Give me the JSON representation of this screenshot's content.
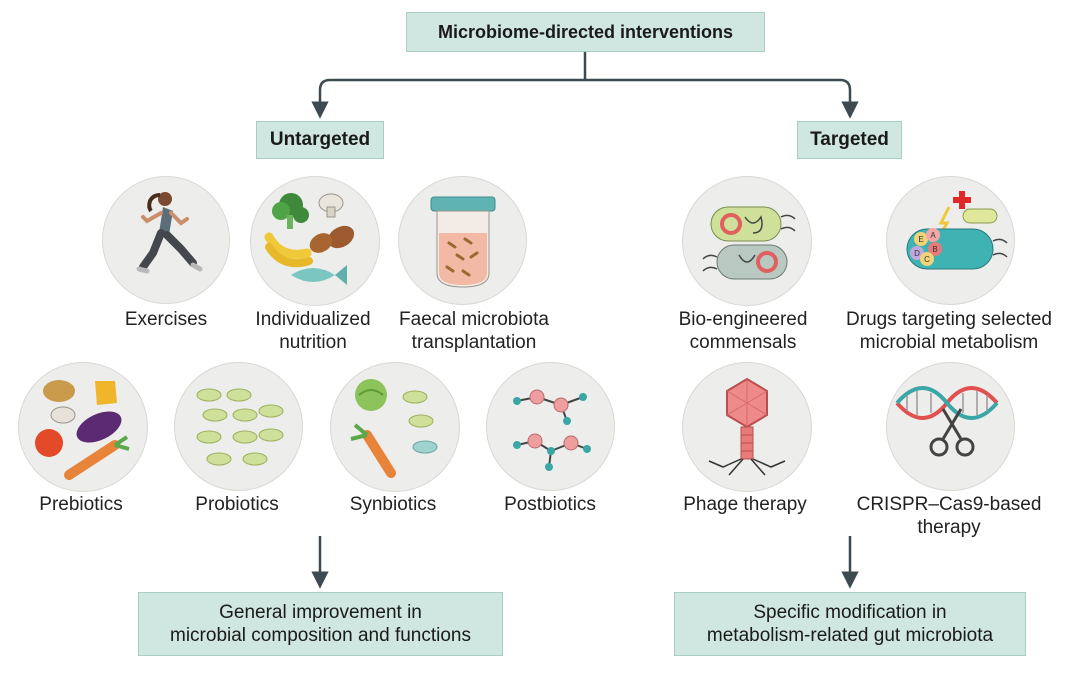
{
  "title": "Microbiome-directed interventions",
  "left": {
    "category": "Untargeted",
    "items": [
      {
        "lines": [
          "Exercises"
        ],
        "icon": "runner-icon"
      },
      {
        "lines": [
          "Individualized",
          "nutrition"
        ],
        "icon": "food-icon"
      },
      {
        "lines": [
          "Faecal microbiota",
          "transplantation"
        ],
        "icon": "specimen-tube-icon"
      },
      {
        "lines": [
          "Prebiotics"
        ],
        "icon": "vegetables-icon"
      },
      {
        "lines": [
          "Probiotics"
        ],
        "icon": "bacteria-icon"
      },
      {
        "lines": [
          "Synbiotics"
        ],
        "icon": "vegetables-bacteria-icon"
      },
      {
        "lines": [
          "Postbiotics"
        ],
        "icon": "molecules-icon"
      }
    ],
    "outcome": [
      "General improvement in",
      "microbial composition and functions"
    ]
  },
  "right": {
    "category": "Targeted",
    "items": [
      {
        "lines": [
          "Bio-engineered",
          "commensals"
        ],
        "icon": "engineered-bacteria-icon"
      },
      {
        "lines": [
          "Drugs targeting selected",
          "microbial metabolism"
        ],
        "icon": "drug-bacterium-icon"
      },
      {
        "lines": [
          "Phage therapy"
        ],
        "icon": "phage-icon"
      },
      {
        "lines": [
          "CRISPR–Cas9-based",
          "therapy"
        ],
        "icon": "dna-scissors-icon"
      }
    ],
    "outcome": [
      "Specific modification in",
      "metabolism-related gut microbiota"
    ]
  },
  "drug_icon_letters": [
    "A",
    "B",
    "C",
    "D",
    "E"
  ],
  "colors": {
    "box_fill": "#cfe7e0",
    "connector": "#3d4a4f",
    "circle_fill": "#ededeb"
  }
}
